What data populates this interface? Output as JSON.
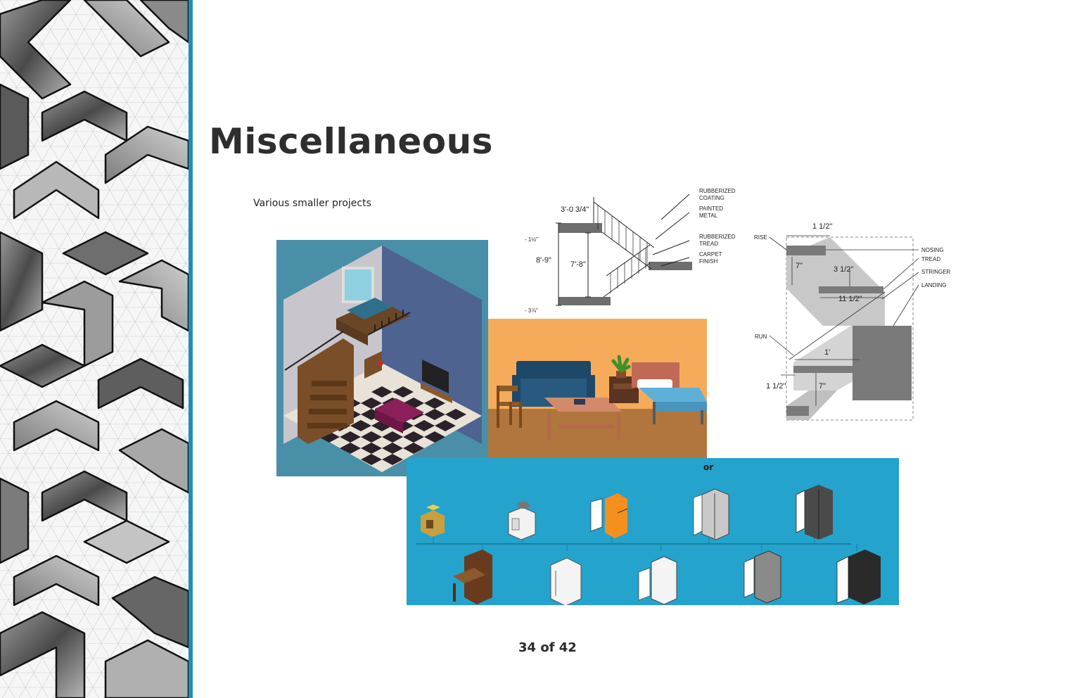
{
  "slide": {
    "title": "Miscellaneous",
    "subtitle": "Various smaller projects",
    "page_indicator": "34 of 42",
    "accent_color": "#1f8fb0"
  },
  "stair_section": {
    "callouts": {
      "rubberized_coating": [
        "RUBBERIZED",
        "COATING"
      ],
      "painted_metal": [
        "PAINTED",
        "METAL"
      ],
      "rubberized_tread": [
        "RUBBERIZED",
        "TREAD"
      ],
      "carpet_finish": [
        "CARPET",
        "FINISH"
      ]
    },
    "dimensions": {
      "top_width": "3'-0 3/4\"",
      "overall_height": "8'-9\"",
      "inner_height": "7'-8\"",
      "top_offset": "- 1½\"",
      "bottom_offset": "- 3⅞\""
    }
  },
  "stair_detail": {
    "callouts": {
      "rise": "RISE",
      "run": "RUN",
      "nosing": "NOSING",
      "tread": "TREAD",
      "stringer": "STRINGER",
      "landing": "LANDING"
    },
    "dimensions": {
      "nosing_top": "1 1/2\"",
      "rise": "7\"",
      "tread_inner": "3 1/2\"",
      "tread_depth": "11 1/2\"",
      "run": "1'",
      "nosing_bottom": "1 1/2\"",
      "rise_bottom": "7\""
    }
  },
  "timeline_panel": {
    "partial_heading": "or",
    "background_color": "#24a3cc"
  }
}
